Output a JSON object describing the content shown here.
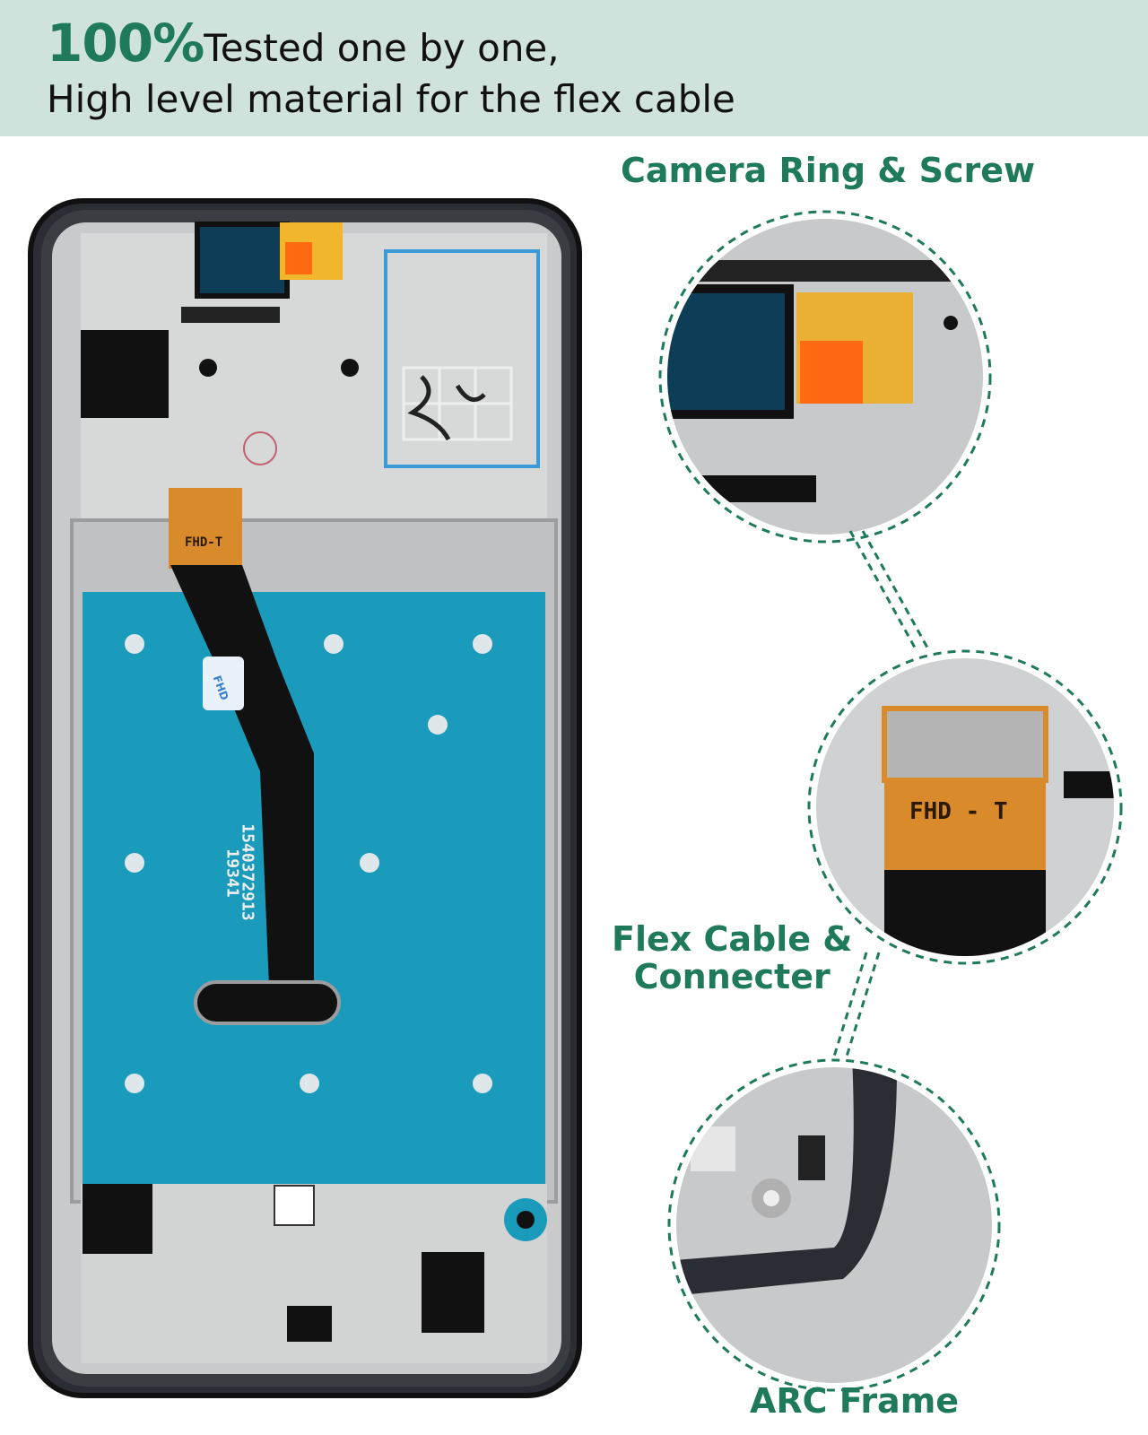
{
  "banner": {
    "percent": "100%",
    "line1_rest": "Tested one by one,",
    "line2": "High level material for the flex cable"
  },
  "phone": {
    "cable_label": "FHD-T",
    "serial_line1": "1540372913",
    "serial_line2": "19341",
    "sticker_text": "FHD"
  },
  "callouts": {
    "camera": "Camera Ring & Screw",
    "flex_line1": "Flex Cable &",
    "flex_line2": "Connecter",
    "arc": "ARC Frame",
    "zoom_cable_label": "FHD - T"
  },
  "colors": {
    "accent": "#1f7a5c",
    "banner_bg": "#cfe2dc",
    "protective_film": "#1b9bbb",
    "flex_cable": "#111111",
    "flex_connector": "#d98a2a"
  }
}
